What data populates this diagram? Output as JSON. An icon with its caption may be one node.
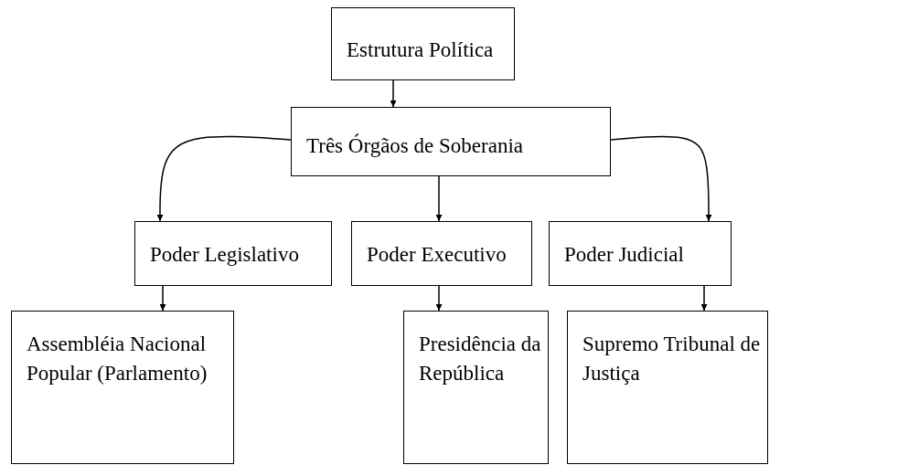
{
  "diagram": {
    "nodes": [
      {
        "text": [
          "Estrutura Política"
        ]
      },
      {
        "text": [
          "Três Órgãos de Soberania"
        ]
      },
      {
        "text": [
          "Poder Legislativo"
        ]
      },
      {
        "text": [
          "Poder Executivo"
        ]
      },
      {
        "text": [
          "Poder Judicial"
        ]
      },
      {
        "text": [
          "Assembléia Nacional Popular (Parlamento)"
        ]
      },
      {
        "text": [
          "Presidência da República"
        ]
      },
      {
        "text": [
          "Supremo Tribunal de Justiça"
        ]
      }
    ],
    "edges": [
      {
        "from": 0,
        "to": 1,
        "arrow": "to"
      },
      {
        "from": 1,
        "to": 2,
        "arrow": "to"
      },
      {
        "from": 1,
        "to": 3,
        "arrow": "to"
      },
      {
        "from": 1,
        "to": 4,
        "arrow": "to"
      },
      {
        "from": 2,
        "to": 5,
        "arrow": "to"
      },
      {
        "from": 3,
        "to": 6,
        "arrow": "to"
      },
      {
        "from": 4,
        "to": 7,
        "arrow": "to"
      }
    ]
  }
}
